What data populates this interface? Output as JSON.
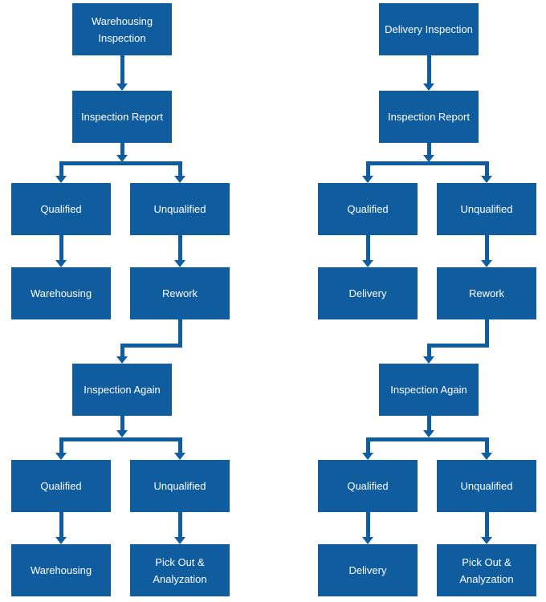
{
  "page": {
    "background": "#ffffff",
    "accent_blue": "#0f5c9e",
    "node_text_color": "#ffffff"
  },
  "charts": [
    {
      "id": "warehousing-inspection-flow",
      "nodes": {
        "start": "Warehousing Inspection",
        "report": "Inspection Report",
        "qualified_1": "Qualified",
        "unqualified_1": "Unqualified",
        "accept_1": "Warehousing",
        "rework": "Rework",
        "inspection_again": "Inspection Again",
        "qualified_2": "Qualified",
        "unqualified_2": "Unqualified",
        "accept_2": "Warehousing",
        "reject_final": "Pick Out & Analyzation"
      }
    },
    {
      "id": "delivery-inspection-flow",
      "nodes": {
        "start": "Delivery Inspection",
        "report": "Inspection Report",
        "qualified_1": "Qualified",
        "unqualified_1": "Unqualified",
        "accept_1": "Delivery",
        "rework": "Rework",
        "inspection_again": "Inspection Again",
        "qualified_2": "Qualified",
        "unqualified_2": "Unqualified",
        "accept_2": "Delivery",
        "reject_final": "Pick Out & Analyzation"
      }
    }
  ]
}
